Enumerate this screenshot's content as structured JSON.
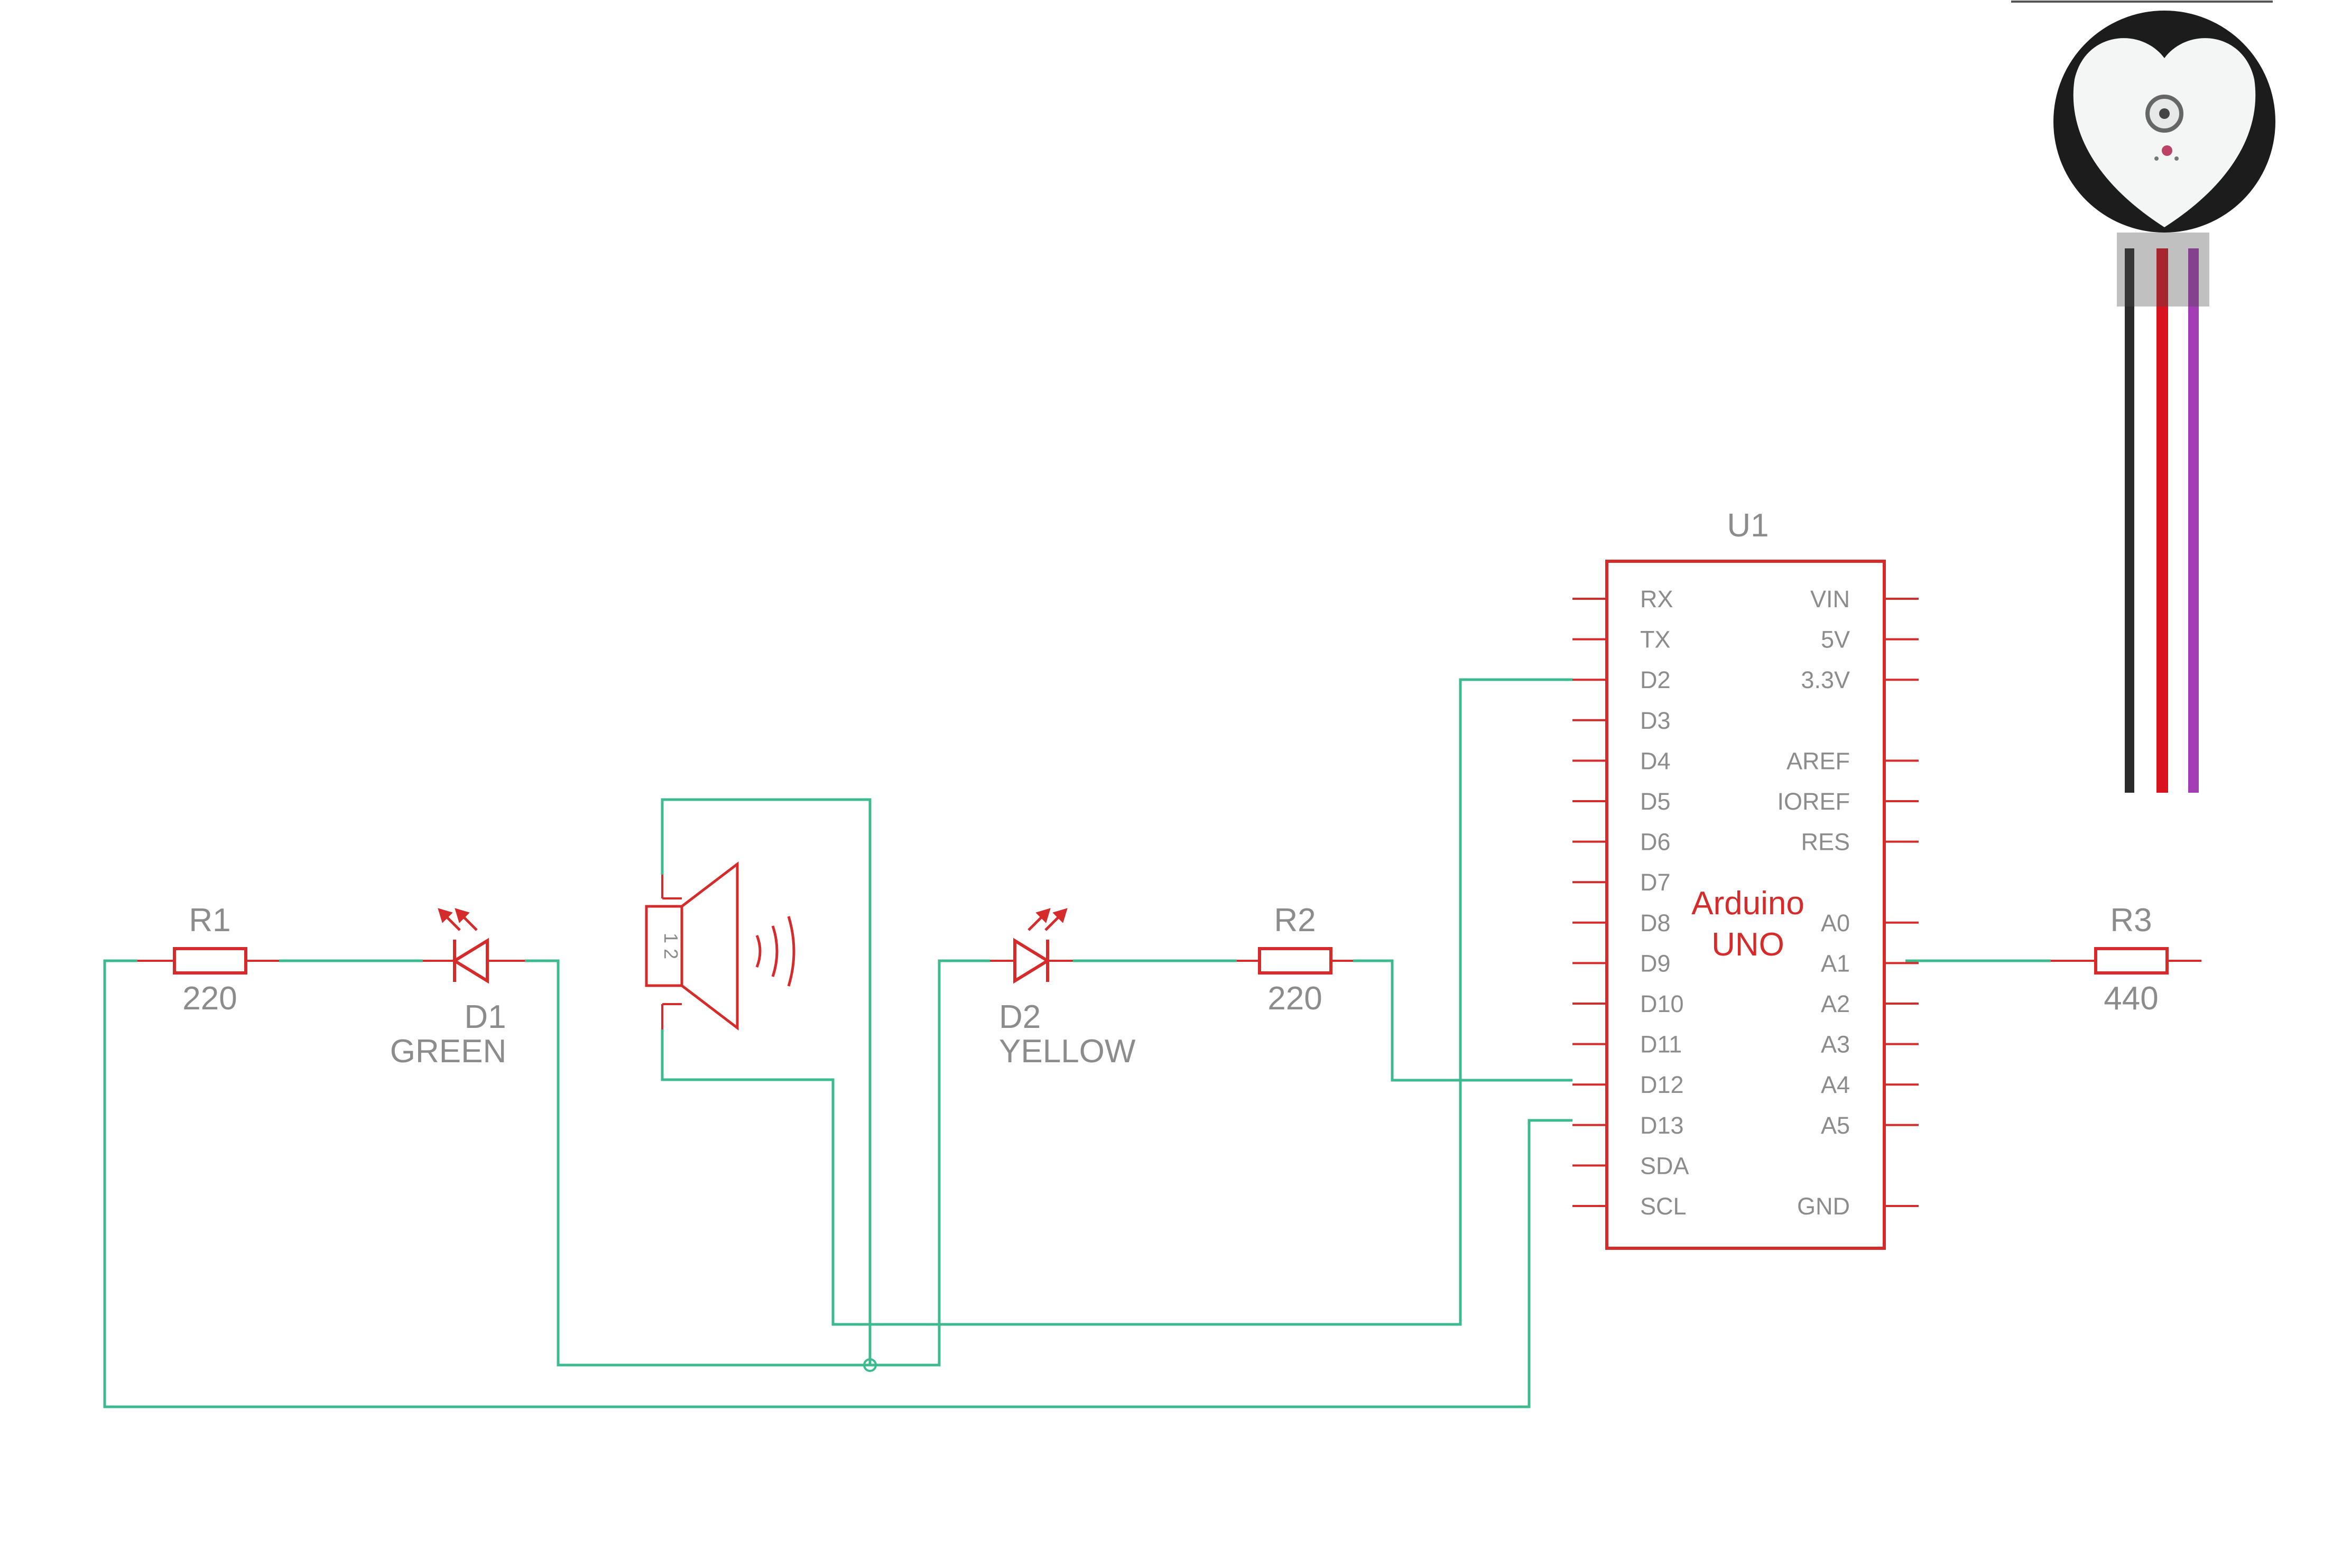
{
  "colors": {
    "symbol": "#d62b2b",
    "wire": "#3dbb8f",
    "label": "#8c8c8c",
    "background": "#ffffff"
  },
  "components": {
    "r1": {
      "ref": "R1",
      "value": "220"
    },
    "d1": {
      "ref": "D1",
      "value": "GREEN"
    },
    "d2": {
      "ref": "D2",
      "value": "YELLOW"
    },
    "r2": {
      "ref": "R2",
      "value": "220"
    },
    "r3": {
      "ref": "R3",
      "value": "440"
    },
    "speaker": {
      "pin_labels": "1 2"
    },
    "u1": {
      "ref": "U1",
      "name_line1": "Arduino",
      "name_line2": "UNO",
      "left_pins": [
        "RX",
        "TX",
        "D2",
        "D3",
        "D4",
        "D5",
        "D6",
        "D7",
        "D8",
        "D9",
        "D10",
        "D11",
        "D12",
        "D13",
        "SDA",
        "SCL"
      ],
      "right_pins": [
        "VIN",
        "5V",
        "3.3V",
        "AREF",
        "IOREF",
        "RES",
        "A0",
        "A1",
        "A2",
        "A3",
        "A4",
        "A5",
        "GND"
      ]
    }
  },
  "sensor_image": {
    "icon": "pulse-sensor-photo",
    "wire_colors": [
      "#2b2b2b",
      "#d8121f",
      "#a23db3"
    ]
  }
}
